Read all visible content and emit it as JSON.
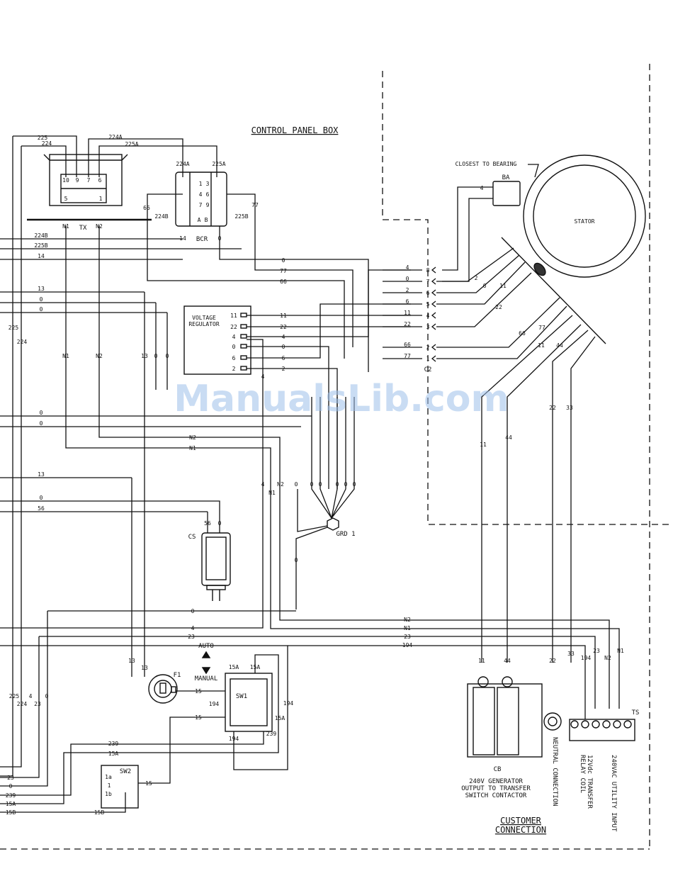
{
  "watermark": "ManualsLib.com",
  "titles": {
    "control_panel_box": "CONTROL PANEL BOX",
    "customer_connection": "CUSTOMER\nCONNECTION"
  },
  "components": {
    "tx": "TX",
    "bcr": "BCR",
    "voltage_regulator": "VOLTAGE\nREGULATOR",
    "stator": "STATOR",
    "ba": "BA",
    "closest_to_bearing": "CLOSEST TO BEARING",
    "c2": "C2",
    "grd1": "GRD 1",
    "cs": "CS",
    "f1": "F1",
    "sw1": "SW1",
    "sw2": "SW2",
    "cb": "CB",
    "ts": "TS",
    "auto": "AUTO",
    "manual": "MANUAL",
    "cb_caption": "240V GENERATOR\nOUTPUT TO TRANSFER\nSWITCH CONTACTOR",
    "neutral_connection": "NEUTRAL CONNECTION",
    "relay_coil": "12Vdc TRANSFER\nRELAY COIL",
    "utility_input": "240VAC UTILITY INPUT"
  },
  "tx_terminals": [
    "10",
    "9",
    "7",
    "6",
    "5",
    "1"
  ],
  "bcr_terminals": [
    "1",
    "3",
    "4",
    "6",
    "7",
    "9",
    "A",
    "B"
  ],
  "vr_terminals": [
    "11",
    "22",
    "4",
    "0",
    "6",
    "2"
  ],
  "c2_terminals": [
    "8",
    "7",
    "6",
    "5",
    "4",
    "3",
    "2",
    "1"
  ],
  "sw2_terminals": [
    "1a",
    "1",
    "1b"
  ],
  "wire_labels": {
    "w225": "225",
    "w224": "224",
    "w224A": "224A",
    "w225A": "225A",
    "w224B": "224B",
    "w225B": "225B",
    "w14": "14",
    "w13": "13",
    "w0": "0",
    "w66": "66",
    "w77": "77",
    "wN1": "N1",
    "wN2": "N2",
    "w4": "4",
    "w2": "2",
    "w6": "6",
    "w11": "11",
    "w22": "22",
    "w33": "33",
    "w44": "44",
    "w56": "56",
    "w23": "23",
    "w194": "194",
    "w15": "15",
    "w15A": "15A",
    "w15B": "15B",
    "w239": "239"
  }
}
